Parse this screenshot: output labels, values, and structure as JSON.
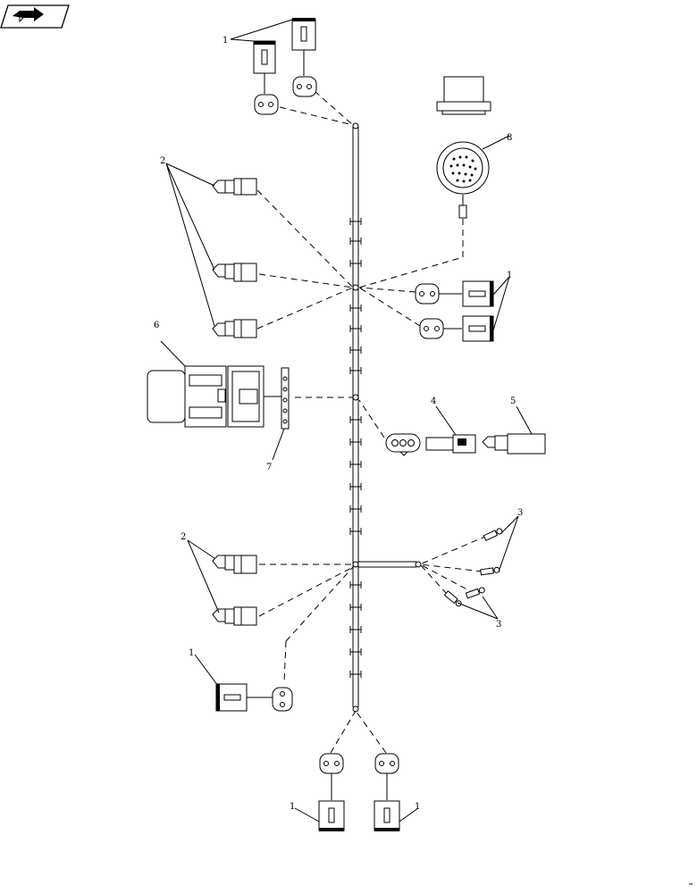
{
  "nav": {
    "icon": "book-arrow-icon"
  },
  "callouts": {
    "c1_top": "1",
    "c2_upper": "2",
    "c8": "8",
    "c1_right": "1",
    "c6": "6",
    "c4": "4",
    "c5": "5",
    "c7": "7",
    "c3_upper": "3",
    "c2_lower": "2",
    "c3_lower": "3",
    "c1_lower_left": "1",
    "c1_bottom_left": "1",
    "c1_bottom_right": "1"
  },
  "colors": {
    "ink": "#000000",
    "paper": "#ffffff"
  }
}
